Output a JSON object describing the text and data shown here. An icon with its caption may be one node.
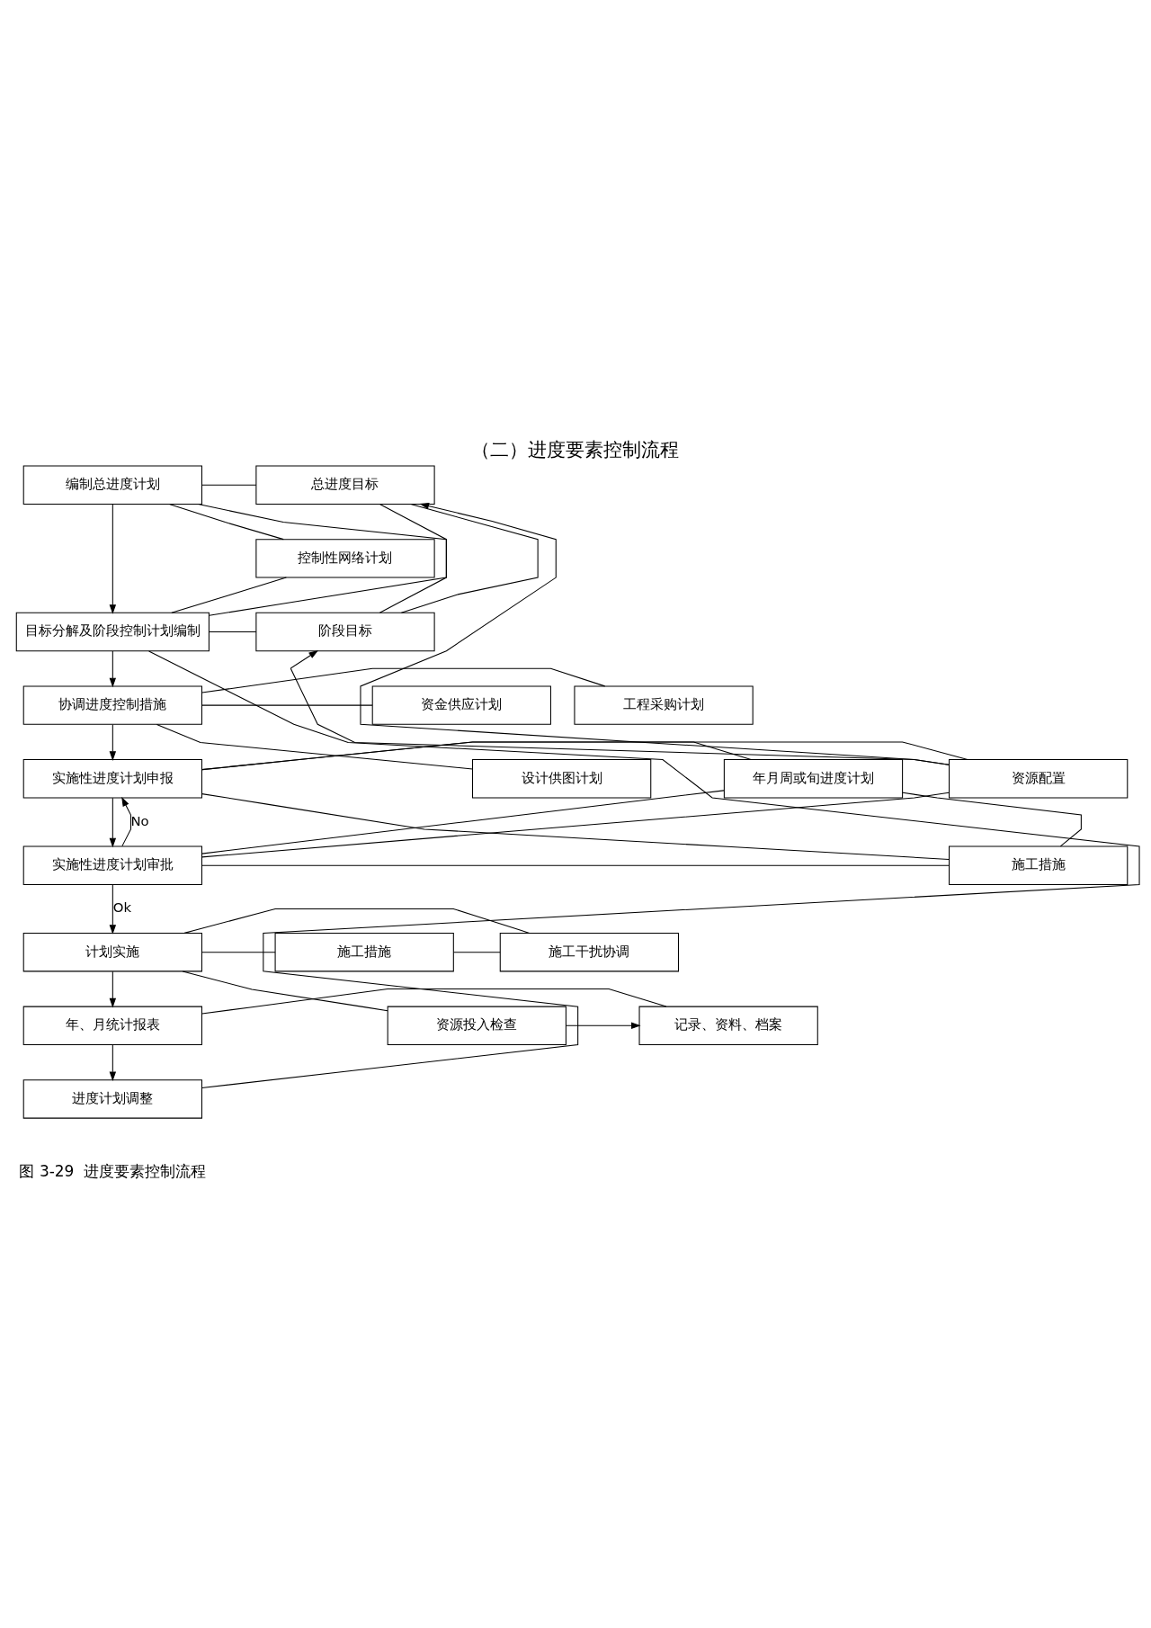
{
  "diagram": {
    "title": "（二）进度要素控制流程",
    "caption": "图 3-29  进度要素控制流程",
    "nodes": [
      {
        "text": [
          "编制总进度计划"
        ]
      },
      {
        "text": [
          "目标分解及阶段控制计划编制"
        ]
      },
      {
        "text": [
          "协调进度控制措施"
        ]
      },
      {
        "text": [
          "实施性进度计划申报"
        ]
      },
      {
        "text": [
          "实施性进度计划审批"
        ]
      },
      {
        "text": [
          "计划实施"
        ]
      },
      {
        "text": [
          "年、月统计报表"
        ]
      },
      {
        "text": [
          "进度计划调整"
        ]
      },
      {
        "text": [
          "总进度目标"
        ]
      },
      {
        "text": [
          "控制性网络计划"
        ]
      },
      {
        "text": [
          "阶段目标"
        ]
      },
      {
        "text": [
          "资金供应计划"
        ]
      },
      {
        "text": [
          "设计供图计划"
        ]
      },
      {
        "text": [
          "工程采购计划"
        ]
      },
      {
        "text": [
          "年月周或旬进度计划"
        ]
      },
      {
        "text": [
          "资源配置"
        ]
      },
      {
        "text": [
          "施工措施"
        ]
      },
      {
        "text": [
          "施工措施"
        ]
      },
      {
        "text": [
          "资源投入检查"
        ]
      },
      {
        "text": [
          "施工干扰协调"
        ]
      },
      {
        "text": [
          "记录、资料、档案"
        ]
      }
    ],
    "edges": [
      {
        "from": 0,
        "to": 1,
        "arrow": "to"
      },
      {
        "from": 1,
        "to": 2,
        "arrow": "to"
      },
      {
        "from": 2,
        "to": 3,
        "arrow": "to"
      },
      {
        "from": 3,
        "to": 4,
        "arrow": "to"
      },
      {
        "from": 4,
        "to": 3,
        "arrow": "to",
        "label": "No"
      },
      {
        "from": 4,
        "to": 5,
        "arrow": "to",
        "label": "Ok"
      },
      {
        "from": 5,
        "to": 6,
        "arrow": "to"
      },
      {
        "from": 6,
        "to": 7,
        "arrow": "to"
      },
      {
        "from": 7,
        "to": 1,
        "arrow": "none"
      },
      {
        "from": 0,
        "to": 8,
        "arrow": "none"
      },
      {
        "from": 0,
        "to": 9,
        "arrow": "none"
      },
      {
        "from": 0,
        "to": 10,
        "arrow": "none"
      },
      {
        "from": 1,
        "to": 8,
        "arrow": "none"
      },
      {
        "from": 1,
        "to": 9,
        "arrow": "none"
      },
      {
        "from": 1,
        "to": 10,
        "arrow": "none"
      },
      {
        "from": 8,
        "to": 10,
        "arrow": "none"
      },
      {
        "from": 2,
        "to": 11,
        "arrow": "none"
      },
      {
        "from": 2,
        "to": 12,
        "arrow": "none"
      },
      {
        "from": 2,
        "to": 13,
        "arrow": "none"
      },
      {
        "from": 3,
        "to": 14,
        "arrow": "none"
      },
      {
        "from": 3,
        "to": 15,
        "arrow": "none"
      },
      {
        "from": 3,
        "to": 16,
        "arrow": "none"
      },
      {
        "from": 4,
        "to": 14,
        "arrow": "none"
      },
      {
        "from": 4,
        "to": 15,
        "arrow": "none"
      },
      {
        "from": 4,
        "to": 16,
        "arrow": "none"
      },
      {
        "from": 14,
        "to": 16,
        "arrow": "none"
      },
      {
        "from": 15,
        "to": 8,
        "arrow": "to"
      },
      {
        "from": 15,
        "to": 10,
        "arrow": "to"
      },
      {
        "from": 5,
        "to": 17,
        "arrow": "none"
      },
      {
        "from": 5,
        "to": 18,
        "arrow": "none"
      },
      {
        "from": 5,
        "to": 19,
        "arrow": "none"
      },
      {
        "from": 17,
        "to": 19,
        "arrow": "none"
      },
      {
        "from": 18,
        "to": 20,
        "arrow": "to"
      },
      {
        "from": 6,
        "to": 20,
        "arrow": "none"
      }
    ]
  }
}
